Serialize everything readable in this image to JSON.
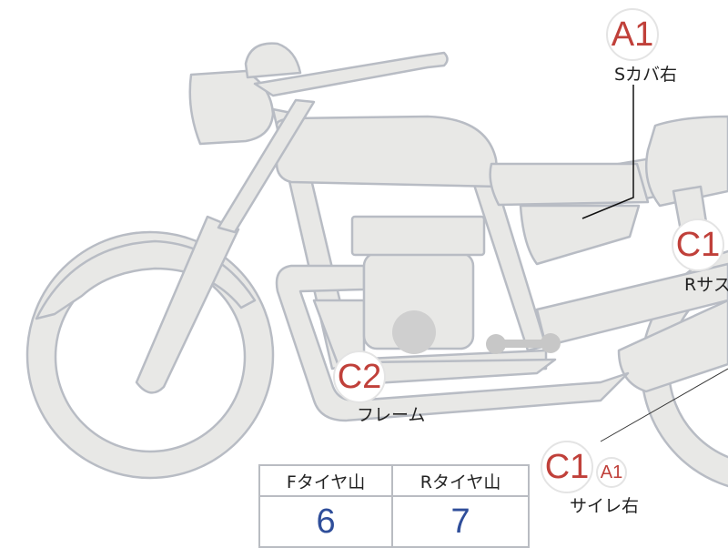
{
  "colors": {
    "part_fill": "#e8e8e6",
    "part_stroke": "#b8bcc4",
    "badge_text": "#c0403a",
    "value_text": "#2f4e9a"
  },
  "annotations": [
    {
      "code": "A1",
      "label": "Sカバ右"
    },
    {
      "code": "C1",
      "label": "Rサス"
    },
    {
      "code": "C2",
      "label": "フレーム"
    },
    {
      "code": "C1",
      "code2": "A1",
      "label": "サイレ右"
    }
  ],
  "tyre_table": {
    "headers": [
      "Fタイヤ山",
      "Rタイヤ山"
    ],
    "values": [
      "6",
      "7"
    ]
  }
}
